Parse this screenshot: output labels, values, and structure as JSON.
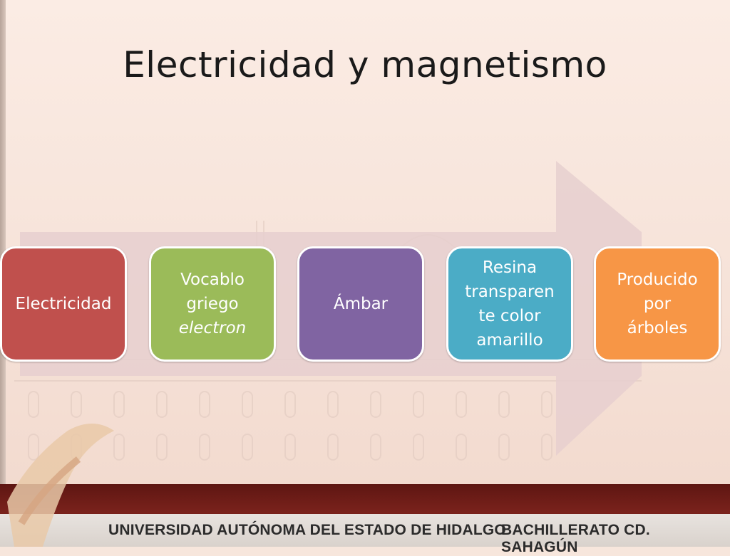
{
  "slide": {
    "title": "Electricidad y magnetismo"
  },
  "process": {
    "steps": [
      {
        "lines": [
          "Electricidad"
        ],
        "italic": "",
        "color": "#c0504d"
      },
      {
        "lines": [
          "Vocablo",
          "griego"
        ],
        "italic": "electron",
        "color": "#9bbb59"
      },
      {
        "lines": [
          "Ámbar"
        ],
        "italic": "",
        "color": "#8064a2"
      },
      {
        "lines": [
          "Resina",
          "transparen",
          "te color",
          "amarillo"
        ],
        "italic": "",
        "color": "#4bacc6"
      },
      {
        "lines": [
          "Producido",
          "por",
          "árboles"
        ],
        "italic": "",
        "color": "#f79646"
      }
    ],
    "arrow_color": "#e6cfcf"
  },
  "footer": {
    "left_text": "UNIVERSIDAD AUTÓNOMA DEL ESTADO DE HIDALGO",
    "right_text": "BACHILLERATO CD. SAHAGÚN",
    "band_color": "#6a1a15"
  }
}
